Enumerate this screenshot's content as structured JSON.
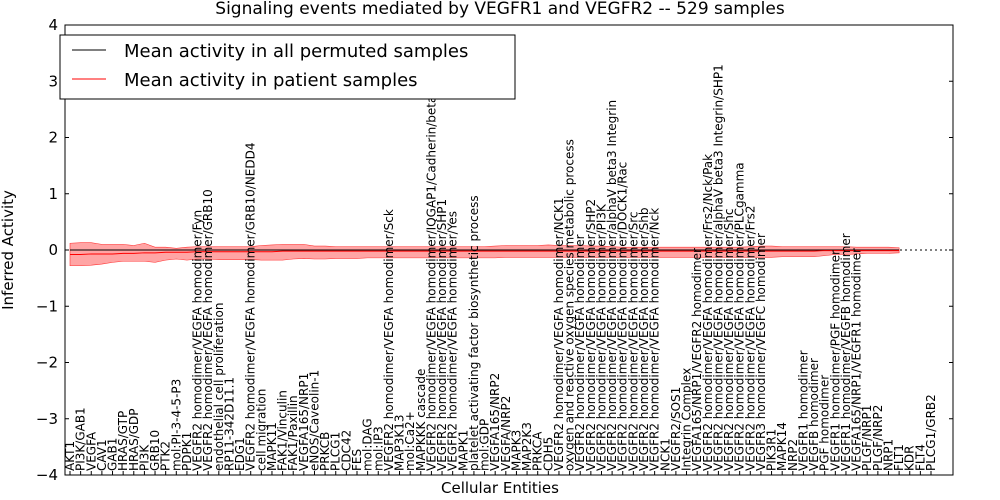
{
  "chart_data": {
    "type": "line",
    "title": "Signaling events mediated by VEGFR1 and VEGFR2 -- 529 samples",
    "xlabel": "Cellular Entities",
    "ylabel": "Inferred Activity",
    "ylim": [
      -4,
      4
    ],
    "yticks": [
      4,
      3,
      2,
      1,
      0,
      -1,
      -2,
      -3,
      -4
    ],
    "ytick_labels": [
      "4",
      "3",
      "2",
      "1",
      "0",
      "−1",
      "−2",
      "−3",
      "−4"
    ],
    "grid": false,
    "legend_position": "top-left",
    "zero_line": "dashed",
    "colors": {
      "permuted": "#000000",
      "patient": "#ff0000",
      "band": "#ff7f7f"
    },
    "categories": [
      "AKT1",
      "PI3K/GAB1",
      "VEGFA",
      "CAV1",
      "GAB1",
      "HRAS/GTP",
      "HRAS/GDP",
      "PI3K",
      "GRB10",
      "PTK2",
      "mol:PI-3-4-5-P3",
      "PDPK1",
      "VEGFR2 homodimer/VEGFA homodimer/Fyn",
      "VEGFR2 homodimer/VEGFA homodimer/GRB10",
      "endothelial cell proliferation",
      "RP11-342D11.1",
      "EDG1",
      "VEGFR2 homodimer/VEGFA homodimer/GRB10/NEDD4",
      "cell migration",
      "MAPK11",
      "FAK1/Vinculin",
      "FAK1/Paxillin",
      "VEGFA165/NRP1",
      "eNOS/Caveolin-1",
      "PRKCB",
      "PLCG1",
      "CDC42",
      "FES",
      "mol:DAG",
      "mol:IP3",
      "VEGFR2 homodimer/VEGFA homodimer/Sck",
      "MAP3K13",
      "mol:Ca2+",
      "MAPKKK cascade",
      "VEGFR2 homodimer/VEGFA homodimer/IQGAP1/Cadherin/beta catenin",
      "VEGFR2 homodimer/VEGFA homodimer/SHP1",
      "VEGFR2 homodimer/VEGFA homodimer/Yes",
      "MAPK1",
      "platelet activating factor biosynthetic process",
      "mol:GDP",
      "VEGFA165/NRP2",
      "VEGFA/NRP2",
      "MAPK3",
      "MAP2K3",
      "PRKCA",
      "CDH5",
      "VEGFR2 homodimer/VEGFA homodimer/NCK1",
      "oxygen and reactive oxygen species metabolic process",
      "VEGFR2 homodimer/VEGFA homodimer",
      "VEGFR2 homodimer/VEGFA homodimer/SHP2",
      "VEGFR2 homodimer/VEGFA homodimer/PI3K",
      "VEGFR2 homodimer/VEGFA homodimer/alphaV beta3 Integrin",
      "VEGFR2 homodimer/VEGFA homodimer/DOCK1/Rac",
      "VEGFR2 homodimer/VEGFA homodimer/Src",
      "VEGFR2 homodimer/VEGFA homodimer/Shb",
      "VEGFR2 homodimer/VEGFA homodimer/Nck",
      "NCK1",
      "VEGFR2/SOS1",
      "Integrin Complex",
      "VEGFA165/NRP1/VEGFR2 homodimer",
      "VEGFR2 homodimer/VEGFA homodimer/Frs2/Nck/Pak",
      "VEGFR2 homodimer/VEGFA homodimer/alphaV beta3 Integrin/SHP1",
      "VEGFR2 homodimer/VEGFA homodimer/Shc",
      "VEGFR2 homodimer/VEGFA homodimer/PLCgamma",
      "VEGFR2 homodimer/VEGFA homodimer/Frs2",
      "VEGFR3 homodimer/VEGFC homodimer",
      "PIK3R1",
      "MAPK14",
      "NRP2",
      "VEGFR1 homodimer",
      "VEGFB homodimer",
      "PGF homodimer",
      "VEGFR1 homodimer/PGF homodimer",
      "VEGFR1 homodimer/VEGFB homodimer",
      "VEGFA165/NRP1/VEGFR1 homodimer",
      "PLGF/NRP1",
      "PLGF/NRP2",
      "NRP1",
      "FLT1",
      "KDR",
      "FLT4",
      "PLCG1/GRB2"
    ],
    "series": [
      {
        "name": "Mean activity in all permuted samples",
        "values": [
          0,
          0,
          0,
          0,
          0,
          0,
          0,
          0,
          0,
          0,
          0,
          0,
          0,
          0,
          0,
          0,
          0,
          0,
          0,
          0,
          0,
          0,
          0,
          0,
          0,
          0,
          0,
          0,
          0,
          0,
          0,
          0,
          0,
          0,
          0,
          0,
          0,
          0,
          0,
          0,
          0,
          0,
          0,
          0,
          0,
          0,
          0,
          0,
          0,
          0,
          0,
          0,
          0,
          0,
          0,
          0,
          0,
          0,
          0,
          0,
          0,
          0,
          0,
          0,
          0,
          0,
          0,
          0,
          0,
          0,
          0,
          0,
          0,
          0,
          0,
          0,
          0,
          0,
          0
        ]
      },
      {
        "name": "Mean activity in patient samples",
        "values": [
          -0.08,
          -0.08,
          -0.07,
          -0.07,
          -0.07,
          -0.06,
          -0.06,
          -0.05,
          -0.05,
          -0.04,
          -0.04,
          -0.04,
          -0.03,
          -0.03,
          -0.03,
          -0.03,
          -0.03,
          -0.03,
          -0.03,
          -0.03,
          -0.02,
          -0.02,
          -0.02,
          -0.02,
          -0.02,
          -0.02,
          -0.02,
          -0.02,
          -0.02,
          -0.02,
          -0.02,
          -0.02,
          -0.02,
          -0.02,
          -0.02,
          -0.02,
          -0.02,
          -0.02,
          -0.02,
          -0.02,
          -0.02,
          -0.02,
          -0.02,
          -0.02,
          -0.02,
          -0.02,
          -0.02,
          -0.02,
          -0.02,
          -0.02,
          -0.02,
          -0.02,
          -0.02,
          -0.02,
          -0.02,
          -0.02,
          -0.02,
          -0.02,
          -0.02,
          -0.02,
          -0.02,
          -0.02,
          -0.02,
          -0.02,
          -0.02,
          -0.02,
          -0.02,
          -0.02,
          -0.02,
          -0.02,
          -0.02,
          -0.01,
          -0.01,
          -0.01,
          -0.01,
          -0.01,
          -0.01,
          -0.01,
          -0.01
        ],
        "upper": [
          0.12,
          0.13,
          0.13,
          0.1,
          0.1,
          0.1,
          0.08,
          0.12,
          0.05,
          0.05,
          0.03,
          0.05,
          0.06,
          0.06,
          0.06,
          0.06,
          0.06,
          0.06,
          0.08,
          0.09,
          0.1,
          0.1,
          0.1,
          0.07,
          0.07,
          0.06,
          0.06,
          0.06,
          0.06,
          0.06,
          0.06,
          0.06,
          0.06,
          0.06,
          0.06,
          0.06,
          0.06,
          0.06,
          0.06,
          0.06,
          0.07,
          0.08,
          0.08,
          0.08,
          0.08,
          0.09,
          0.08,
          0.08,
          0.08,
          0.07,
          0.07,
          0.06,
          0.05,
          0.05,
          0.05,
          0.05,
          0.05,
          0.05,
          0.05,
          0.05,
          0.05,
          0.05,
          0.05,
          0.05,
          0.06,
          0.07,
          0.07,
          0.06,
          0.06,
          0.06,
          0.06,
          0.06,
          0.06,
          0.06,
          0.05,
          0.05,
          0.05,
          0.05,
          0.04
        ],
        "lower": [
          -0.28,
          -0.28,
          -0.27,
          -0.25,
          -0.22,
          -0.2,
          -0.2,
          -0.2,
          -0.22,
          -0.18,
          -0.16,
          -0.18,
          -0.16,
          -0.16,
          -0.17,
          -0.17,
          -0.17,
          -0.17,
          -0.18,
          -0.18,
          -0.18,
          -0.16,
          -0.15,
          -0.16,
          -0.16,
          -0.15,
          -0.15,
          -0.15,
          -0.14,
          -0.14,
          -0.14,
          -0.14,
          -0.14,
          -0.14,
          -0.14,
          -0.14,
          -0.14,
          -0.14,
          -0.14,
          -0.14,
          -0.14,
          -0.13,
          -0.13,
          -0.13,
          -0.13,
          -0.13,
          -0.13,
          -0.13,
          -0.13,
          -0.13,
          -0.13,
          -0.13,
          -0.13,
          -0.13,
          -0.13,
          -0.13,
          -0.13,
          -0.13,
          -0.13,
          -0.13,
          -0.13,
          -0.13,
          -0.13,
          -0.13,
          -0.13,
          -0.13,
          -0.13,
          -0.12,
          -0.12,
          -0.12,
          -0.12,
          -0.1,
          -0.08,
          -0.08,
          -0.07,
          -0.06,
          -0.06,
          -0.06,
          -0.05
        ]
      }
    ]
  }
}
